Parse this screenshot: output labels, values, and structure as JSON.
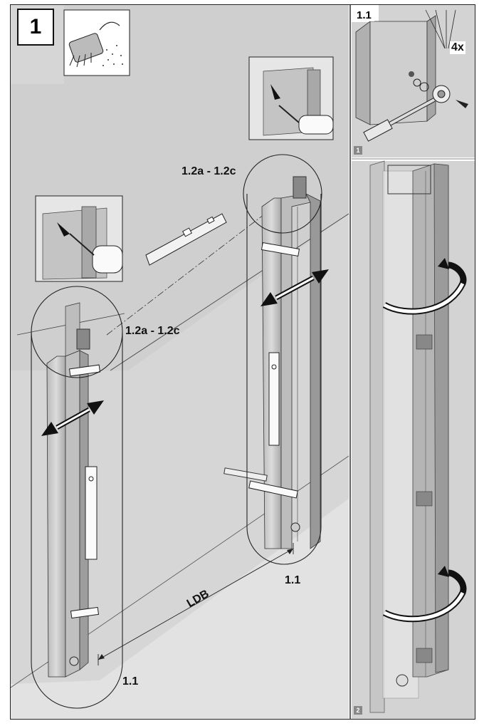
{
  "step": {
    "number": "1"
  },
  "main_panel": {
    "labels": {
      "top_range": "1.2a - 1.2c",
      "left_range": "1.2a - 1.2c",
      "right_bottom": "1.1",
      "left_bottom": "1.1",
      "distance": "LDB"
    }
  },
  "detail_panel": {
    "title": "1.1",
    "count_label": "4x",
    "badge": "1"
  },
  "rotation_panel": {
    "badge": "2"
  },
  "colors": {
    "background": "#d6d6d6",
    "frame": "#222222",
    "profile": "#c8c8c8",
    "profile_dark": "#9a9a9a"
  },
  "icons": [
    "broom-icon",
    "drill-icon",
    "spirit-level-icon",
    "rotate-arrow-icon",
    "double-arrow-icon"
  ]
}
